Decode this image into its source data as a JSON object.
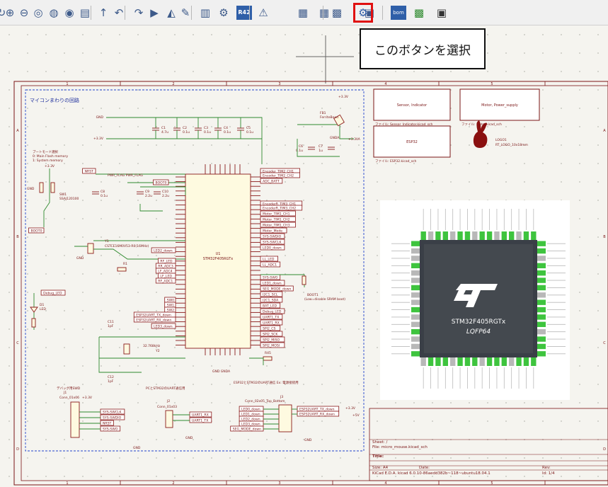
{
  "toolbar": {
    "items": [
      {
        "name": "zoom-in-icon",
        "glyph": "⊕"
      },
      {
        "name": "zoom-out-icon",
        "glyph": "⊖"
      },
      {
        "name": "zoom-fit-icon",
        "glyph": "◎"
      },
      {
        "name": "zoom-objects-icon",
        "glyph": "◍"
      },
      {
        "name": "zoom-selection-icon",
        "glyph": "◉"
      },
      {
        "name": "hierarchy-icon",
        "glyph": "▤"
      },
      {
        "name": "leave-sheet-icon",
        "glyph": "↑"
      },
      {
        "name": "rotate-ccw-icon",
        "glyph": "↶"
      },
      {
        "name": "rotate-cw-icon",
        "glyph": "↷"
      },
      {
        "name": "mirror-h-icon",
        "glyph": "▶"
      },
      {
        "name": "mirror-v-icon",
        "glyph": "◭"
      },
      {
        "name": "symbol-editor-icon",
        "glyph": "✎"
      },
      {
        "name": "symbol-library-icon",
        "glyph": "▥"
      },
      {
        "name": "annotate-icon",
        "glyph": "⚙"
      },
      {
        "name": "erc-icon",
        "glyph": "⚠"
      },
      {
        "name": "footprint-assign-icon",
        "glyph": "▦"
      },
      {
        "name": "bom-icon",
        "glyph": "▦"
      },
      {
        "name": "pcb-icon",
        "glyph": "▩"
      },
      {
        "name": "scripting-icon",
        "glyph": "▣"
      }
    ],
    "r42_label": "R42",
    "bom_label": "bom"
  },
  "callout": {
    "text": "このボタンを選択"
  },
  "schematic": {
    "block_title": "マイコンまわりの回路",
    "boot_note_1": "ブートモード選択",
    "boot_note_2": "0: Main Flash memory",
    "boot_note_3": "1: System memory",
    "sheets": [
      {
        "title": "Sensor, Indicator",
        "file": "ファイル: Sensor_Indicator.kicad_sch"
      },
      {
        "title": "Motor, Power_supply",
        "file": "ファイル: Motor.kicad_sch"
      },
      {
        "title": "ESP32",
        "file": "ファイル: ESP32.kicad_sch"
      }
    ],
    "logo_ref": "LOGO1",
    "logo_value": "RT_LOGO_10x18mm",
    "mcu_ref": "U1",
    "mcu_value": "STM32F405RGTx",
    "ferrite_ref": "FB1",
    "ferrite_value": "FerriteBead",
    "power_labels": [
      "+3.3V",
      "+3.3VA",
      "GND",
      "GNDA"
    ],
    "caps": [
      {
        "ref": "C1",
        "val": "4.7u"
      },
      {
        "ref": "C2",
        "val": "0.1u"
      },
      {
        "ref": "C3",
        "val": "0.1u"
      },
      {
        "ref": "C4",
        "val": "0.1u"
      },
      {
        "ref": "C5",
        "val": "0.1u"
      },
      {
        "ref": "C6",
        "val": "0.1u"
      },
      {
        "ref": "C7",
        "val": "1u"
      },
      {
        "ref": "C8",
        "val": "0.1u"
      },
      {
        "ref": "C9",
        "val": "2.2u"
      },
      {
        "ref": "C10",
        "val": "2.2u"
      },
      {
        "ref": "C11",
        "val": "1pF"
      },
      {
        "ref": "C12",
        "val": "1pF"
      }
    ],
    "crystal_y1": "CSTCE16M0V53-R0(16MHz)",
    "crystal_y2": "32.768kHz",
    "switch_ref": "SW1",
    "switch_value": "SSAJ120100",
    "led_ref": "D1",
    "led_value": "LED",
    "r_boot": "R45",
    "net_labels_left": [
      "NRST",
      "BOOT0",
      "PWR_FLAG",
      "PWR_FLAG",
      "LED2_down",
      "RF_LED",
      "RR_ADC3",
      "LF_ADC4",
      "LF_LED",
      "RF_ADC1",
      "SW0",
      "SW1",
      "SW2",
      "ESP32UART_TX_down",
      "ESP32UART_RX_down",
      "LED3_down",
      "Debug_LED"
    ],
    "net_labels_right": [
      "Encoder_TIM2_CH1",
      "Encoder_TIM2_CH2",
      "ADC_BATT",
      "EncoderR_TIM3_CH1",
      "EncoderR_TIM3_CH2",
      "Motor_TIM1_CH1",
      "Motor_TIM1_CH2",
      "Motor_TIM1_CH3",
      "Motor_Mode",
      "SYS-SWDIO",
      "SYS-SWCLK",
      "LED0_down",
      "LL_LED",
      "LL_ADC1",
      "SYS-SWO",
      "LED1_down",
      "SEG_MODE_down",
      "I2C1_SCL",
      "I2C1_SDA",
      "BAT_LED",
      "Debug_LED",
      "UART1_TX",
      "UART1_RX",
      "SPI2_CS",
      "SPI2_SCK",
      "SPI2_MISO",
      "SPI2_MOSI"
    ],
    "boot_label": "BOOT1",
    "boot_sram": "(Low=disable SRAM boot)",
    "debug_note": "デバッグ用SWD",
    "j1_ref": "J1",
    "j1_value": "Conn_01x06",
    "j1_pins": [
      "SYS-SWCLK",
      "SYS-SWDIO",
      "NRST",
      "SYS-SWO"
    ],
    "j2_note": "PCとSTM32のUART通信用",
    "j2_ref": "J2",
    "j2_value": "Conn_01x03",
    "j2_pins": [
      "UART1_RX",
      "UART1_TX"
    ],
    "esp_note": "ESP32とSTM32のUART通信 Ex: 電源接続用",
    "j3_ref": "J3",
    "j3_value": "Conn_02x05_Top_Bottom",
    "j3_left": [
      "LED0_down",
      "LED1_down",
      "LED2_down",
      "LED3_down",
      "SEG_MODE_down"
    ],
    "j3_right": [
      "ESP32UART_TX_down",
      "ESP32UART_RX_down"
    ],
    "plus5v": "+5V"
  },
  "chip": {
    "part": "STM32F405RGTx",
    "package": "LQFP64"
  },
  "title_block": {
    "sheet": "Sheet: /",
    "file": "File: micro_mouse.kicad_sch",
    "title": "Title:",
    "size": "Size: A4",
    "date": "Date:",
    "rev": "Rev:",
    "kicad": "KiCad E.D.A.  kicad 6.0.10-86aedd382b~118~ubuntu18.04.1",
    "id": "Id: 1/4"
  },
  "colors": {
    "accent": "#e01010",
    "wire": "#2f8a2f",
    "symbol": "#8a1a1a",
    "symbol_fill": "#fefae0",
    "sheet_border": "#7a1515",
    "block_border": "#2244cc",
    "st_blue": "#03234b",
    "pin_green": "#3ec43e"
  }
}
